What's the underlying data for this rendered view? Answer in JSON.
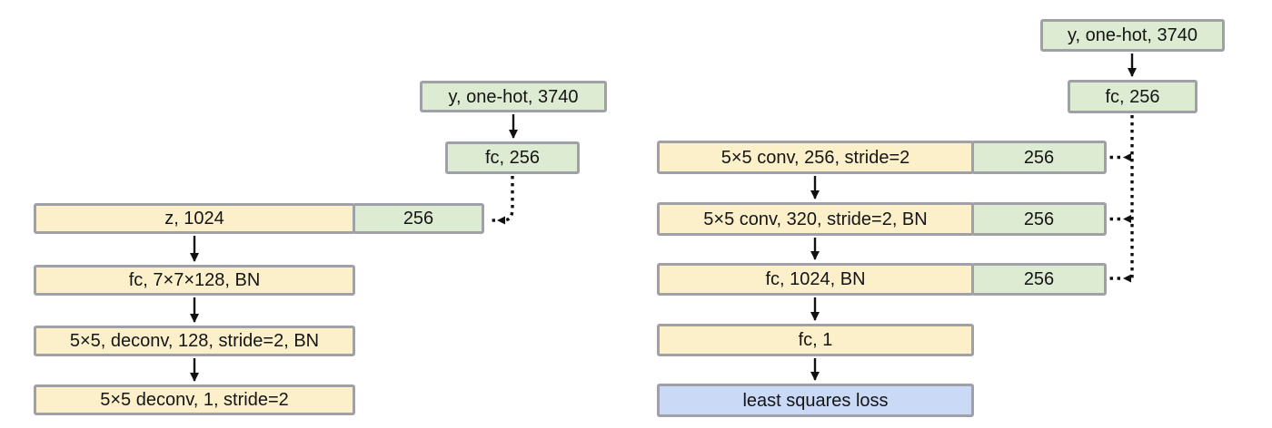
{
  "colors": {
    "yellow": "#FCF0CB",
    "green": "#DCEBD2",
    "blue": "#C9D9F6",
    "border": "#9FA0A8",
    "wire": "#111111"
  },
  "generator": {
    "y_input": "y, one-hot, 3740",
    "fc_embed": "fc, 256",
    "z_input": "z, 1024",
    "z_concat": "256",
    "fc1": "fc, 7×7×128, BN",
    "deconv1": "5×5, deconv, 128, stride=2, BN",
    "deconv2": "5×5 deconv, 1, stride=2"
  },
  "discriminator": {
    "y_input": "y, one-hot, 3740",
    "fc_embed": "fc, 256",
    "conv1": "5×5 conv, 256, stride=2",
    "conv1_concat": "256",
    "conv2": "5×5 conv, 320, stride=2, BN",
    "conv2_concat": "256",
    "fc1": "fc, 1024, BN",
    "fc1_concat": "256",
    "fc2": "fc, 1",
    "loss": "least squares loss"
  }
}
